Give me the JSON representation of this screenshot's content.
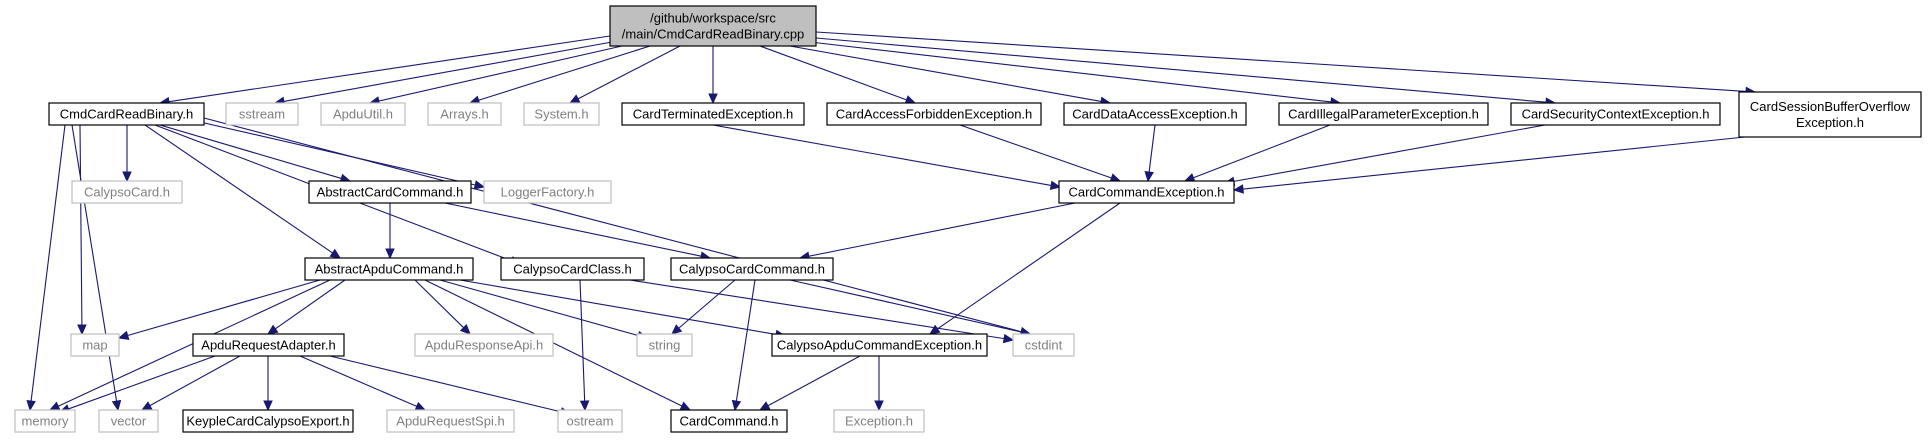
{
  "colors": {
    "edge": "#191970",
    "root_fill": "#bfbfbf",
    "node_border": "#000000",
    "external_border": "#bfbfbf",
    "external_text": "#808080"
  },
  "nodes": [
    {
      "id": "root",
      "label_lines": [
        "/github/workspace/src",
        "/main/CmdCardReadBinary.cpp"
      ],
      "kind": "root"
    },
    {
      "id": "CmdCardReadBinary_h",
      "label_lines": [
        "CmdCardReadBinary.h"
      ],
      "kind": "local"
    },
    {
      "id": "sstream",
      "label_lines": [
        "sstream"
      ],
      "kind": "external"
    },
    {
      "id": "ApduUtil_h",
      "label_lines": [
        "ApduUtil.h"
      ],
      "kind": "external"
    },
    {
      "id": "Arrays_h",
      "label_lines": [
        "Arrays.h"
      ],
      "kind": "external"
    },
    {
      "id": "System_h",
      "label_lines": [
        "System.h"
      ],
      "kind": "external"
    },
    {
      "id": "CardTerminatedException_h",
      "label_lines": [
        "CardTerminatedException.h"
      ],
      "kind": "local"
    },
    {
      "id": "CardAccessForbiddenException_h",
      "label_lines": [
        "CardAccessForbiddenException.h"
      ],
      "kind": "local"
    },
    {
      "id": "CardDataAccessException_h",
      "label_lines": [
        "CardDataAccessException.h"
      ],
      "kind": "local"
    },
    {
      "id": "CardIllegalParameterException_h",
      "label_lines": [
        "CardIllegalParameterException.h"
      ],
      "kind": "local"
    },
    {
      "id": "CardSecurityContextException_h",
      "label_lines": [
        "CardSecurityContextException.h"
      ],
      "kind": "local"
    },
    {
      "id": "CardSessionBufferOverflowException_h",
      "label_lines": [
        "CardSessionBufferOverflow",
        "Exception.h"
      ],
      "kind": "local"
    },
    {
      "id": "CalypsoCard_h",
      "label_lines": [
        "CalypsoCard.h"
      ],
      "kind": "external"
    },
    {
      "id": "AbstractCardCommand_h",
      "label_lines": [
        "AbstractCardCommand.h"
      ],
      "kind": "local"
    },
    {
      "id": "LoggerFactory_h",
      "label_lines": [
        "LoggerFactory.h"
      ],
      "kind": "external"
    },
    {
      "id": "CardCommandException_h",
      "label_lines": [
        "CardCommandException.h"
      ],
      "kind": "local"
    },
    {
      "id": "AbstractApduCommand_h",
      "label_lines": [
        "AbstractApduCommand.h"
      ],
      "kind": "local"
    },
    {
      "id": "CalypsoCardClass_h",
      "label_lines": [
        "CalypsoCardClass.h"
      ],
      "kind": "local"
    },
    {
      "id": "CalypsoCardCommand_h",
      "label_lines": [
        "CalypsoCardCommand.h"
      ],
      "kind": "local"
    },
    {
      "id": "map",
      "label_lines": [
        "map"
      ],
      "kind": "external"
    },
    {
      "id": "ApduRequestAdapter_h",
      "label_lines": [
        "ApduRequestAdapter.h"
      ],
      "kind": "local"
    },
    {
      "id": "ApduResponseApi_h",
      "label_lines": [
        "ApduResponseApi.h"
      ],
      "kind": "external"
    },
    {
      "id": "string",
      "label_lines": [
        "string"
      ],
      "kind": "external"
    },
    {
      "id": "CalypsoApduCommandException_h",
      "label_lines": [
        "CalypsoApduCommandException.h"
      ],
      "kind": "local"
    },
    {
      "id": "cstdint",
      "label_lines": [
        "cstdint"
      ],
      "kind": "external"
    },
    {
      "id": "memory",
      "label_lines": [
        "memory"
      ],
      "kind": "external"
    },
    {
      "id": "vector",
      "label_lines": [
        "vector"
      ],
      "kind": "external"
    },
    {
      "id": "KeypleCardCalypsoExport_h",
      "label_lines": [
        "KeypleCardCalypsoExport.h"
      ],
      "kind": "local"
    },
    {
      "id": "ApduRequestSpi_h",
      "label_lines": [
        "ApduRequestSpi.h"
      ],
      "kind": "external"
    },
    {
      "id": "ostream",
      "label_lines": [
        "ostream"
      ],
      "kind": "external"
    },
    {
      "id": "CardCommand_h",
      "label_lines": [
        "CardCommand.h"
      ],
      "kind": "local"
    },
    {
      "id": "Exception_h",
      "label_lines": [
        "Exception.h"
      ],
      "kind": "external"
    }
  ],
  "edges": [
    [
      "root",
      "CmdCardReadBinary_h"
    ],
    [
      "root",
      "sstream"
    ],
    [
      "root",
      "ApduUtil_h"
    ],
    [
      "root",
      "Arrays_h"
    ],
    [
      "root",
      "System_h"
    ],
    [
      "root",
      "CardTerminatedException_h"
    ],
    [
      "root",
      "CardAccessForbiddenException_h"
    ],
    [
      "root",
      "CardDataAccessException_h"
    ],
    [
      "root",
      "CardIllegalParameterException_h"
    ],
    [
      "root",
      "CardSecurityContextException_h"
    ],
    [
      "root",
      "CardSessionBufferOverflowException_h"
    ],
    [
      "CmdCardReadBinary_h",
      "CalypsoCard_h"
    ],
    [
      "CmdCardReadBinary_h",
      "AbstractCardCommand_h"
    ],
    [
      "CmdCardReadBinary_h",
      "LoggerFactory_h"
    ],
    [
      "CmdCardReadBinary_h",
      "AbstractApduCommand_h"
    ],
    [
      "CmdCardReadBinary_h",
      "CalypsoCardClass_h"
    ],
    [
      "CmdCardReadBinary_h",
      "cstdint"
    ],
    [
      "CmdCardReadBinary_h",
      "map"
    ],
    [
      "CmdCardReadBinary_h",
      "memory"
    ],
    [
      "CmdCardReadBinary_h",
      "vector"
    ],
    [
      "CardTerminatedException_h",
      "CardCommandException_h"
    ],
    [
      "CardAccessForbiddenException_h",
      "CardCommandException_h"
    ],
    [
      "CardDataAccessException_h",
      "CardCommandException_h"
    ],
    [
      "CardIllegalParameterException_h",
      "CardCommandException_h"
    ],
    [
      "CardSecurityContextException_h",
      "CardCommandException_h"
    ],
    [
      "CardSessionBufferOverflowException_h",
      "CardCommandException_h"
    ],
    [
      "AbstractCardCommand_h",
      "AbstractApduCommand_h"
    ],
    [
      "AbstractCardCommand_h",
      "CalypsoCardCommand_h"
    ],
    [
      "CardCommandException_h",
      "CalypsoCardCommand_h"
    ],
    [
      "CardCommandException_h",
      "CalypsoApduCommandException_h"
    ],
    [
      "AbstractApduCommand_h",
      "map"
    ],
    [
      "AbstractApduCommand_h",
      "ApduRequestAdapter_h"
    ],
    [
      "AbstractApduCommand_h",
      "ApduResponseApi_h"
    ],
    [
      "AbstractApduCommand_h",
      "string"
    ],
    [
      "AbstractApduCommand_h",
      "CalypsoApduCommandException_h"
    ],
    [
      "AbstractApduCommand_h",
      "memory"
    ],
    [
      "AbstractApduCommand_h",
      "CardCommand_h"
    ],
    [
      "CalypsoCardClass_h",
      "cstdint"
    ],
    [
      "CalypsoCardClass_h",
      "ostream"
    ],
    [
      "CalypsoCardCommand_h",
      "string"
    ],
    [
      "CalypsoCardCommand_h",
      "cstdint"
    ],
    [
      "CalypsoCardCommand_h",
      "CardCommand_h"
    ],
    [
      "ApduRequestAdapter_h",
      "memory"
    ],
    [
      "ApduRequestAdapter_h",
      "vector"
    ],
    [
      "ApduRequestAdapter_h",
      "KeypleCardCalypsoExport_h"
    ],
    [
      "ApduRequestAdapter_h",
      "ApduRequestSpi_h"
    ],
    [
      "ApduRequestAdapter_h",
      "ostream"
    ],
    [
      "CalypsoApduCommandException_h",
      "CardCommand_h"
    ],
    [
      "CalypsoApduCommandException_h",
      "Exception_h"
    ]
  ]
}
